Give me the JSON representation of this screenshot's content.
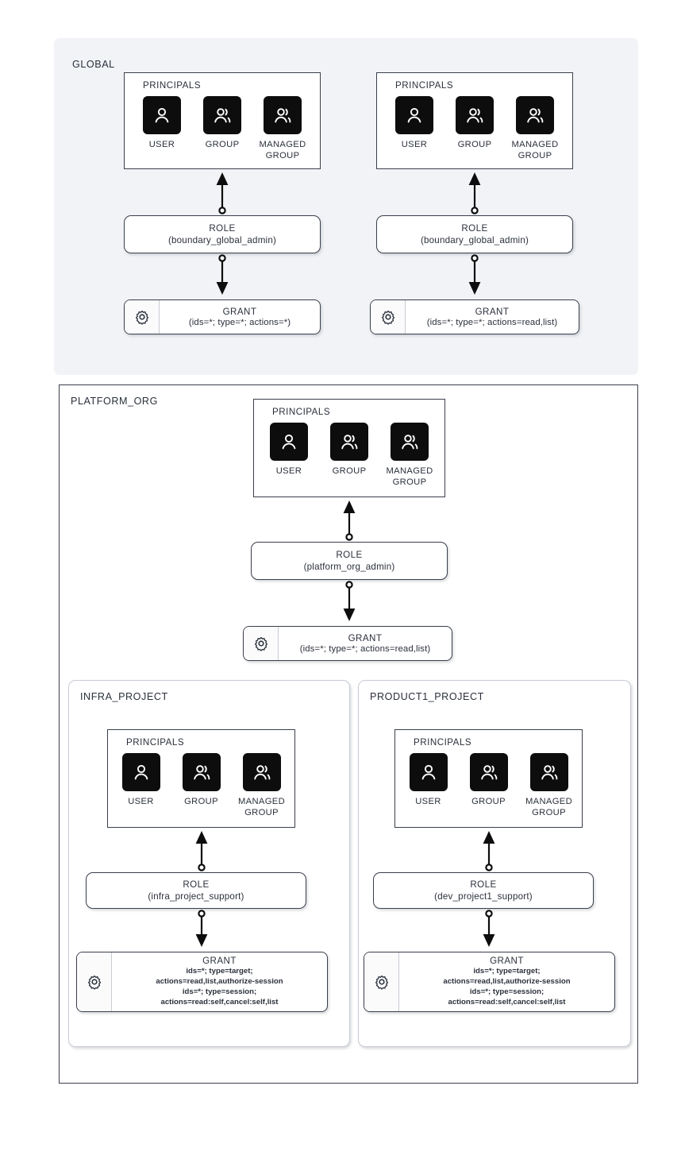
{
  "diagram": {
    "title_global": "GLOBAL",
    "title_org": "PLATFORM_ORG",
    "principals_title": "PRINCIPALS",
    "principal_labels": {
      "user": "USER",
      "group": "GROUP",
      "managed_group": "MANAGED GROUP"
    },
    "principal_icons": {
      "user": "user-icon",
      "group": "group-icon",
      "managed_group": "managed-group-icon"
    },
    "role_title": "ROLE",
    "grant_title": "GRANT",
    "grant_icon": "gear-icon",
    "connector_icon": "arrow-up-with-circle-tail",
    "colors": {
      "global_scope_bg": "#f1f3f6",
      "org_scope_border": "#3a3f4b",
      "project_border": "#c8ccd4",
      "icon_tile": "#0d0d0d",
      "text": "#2b303b"
    }
  },
  "global_scope": {
    "columns": [
      {
        "role_name": "(boundary_global_admin)",
        "grant_text": "(ids=*; type=*; actions=*)"
      },
      {
        "role_name": "(boundary_global_admin)",
        "grant_text": "(ids=*; type=*; actions=read,list)"
      }
    ]
  },
  "org_scope": {
    "role_name": "(platform_org_admin)",
    "grant_text": "(ids=*; type=*; actions=read,list)"
  },
  "projects": [
    {
      "label": "INFRA_PROJECT",
      "role_name": "(infra_project_support)",
      "grant_text": "ids=*; type=target;\nactions=read,list,authorize-session\nids=*; type=session;\nactions=read:self,cancel:self,list"
    },
    {
      "label": "PRODUCT1_PROJECT",
      "role_name": "(dev_project1_support)",
      "grant_text": "ids=*; type=target;\nactions=read,list,authorize-session\nids=*; type=session;\nactions=read:self,cancel:self,list"
    }
  ]
}
